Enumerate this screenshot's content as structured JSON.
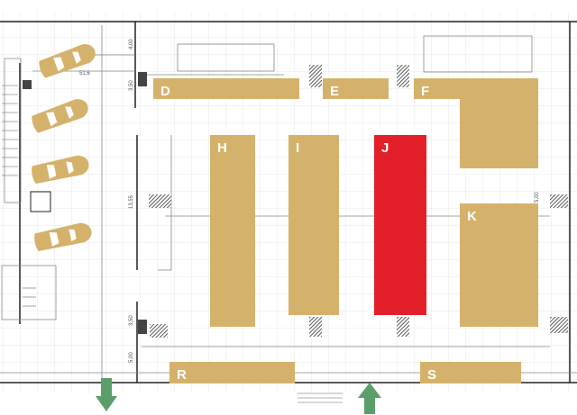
{
  "booths": [
    {
      "id": "D",
      "label": "D"
    },
    {
      "id": "E",
      "label": "E"
    },
    {
      "id": "F",
      "label": "F"
    },
    {
      "id": "H",
      "label": "H"
    },
    {
      "id": "I",
      "label": "I"
    },
    {
      "id": "J",
      "label": "J",
      "selected": true
    },
    {
      "id": "K",
      "label": "K"
    },
    {
      "id": "R",
      "label": "R"
    },
    {
      "id": "S",
      "label": "S"
    }
  ],
  "colors": {
    "booth": "#d5b26b",
    "selected": "#e3202a",
    "arrow": "#5a9e6a",
    "car": "#d5b26b"
  },
  "dimensions": [
    "4,00",
    "3,50",
    "5,00",
    "13,55",
    "3,50",
    "5,00",
    "51,6"
  ],
  "exits": [
    {
      "direction": "down"
    },
    {
      "direction": "up"
    }
  ]
}
